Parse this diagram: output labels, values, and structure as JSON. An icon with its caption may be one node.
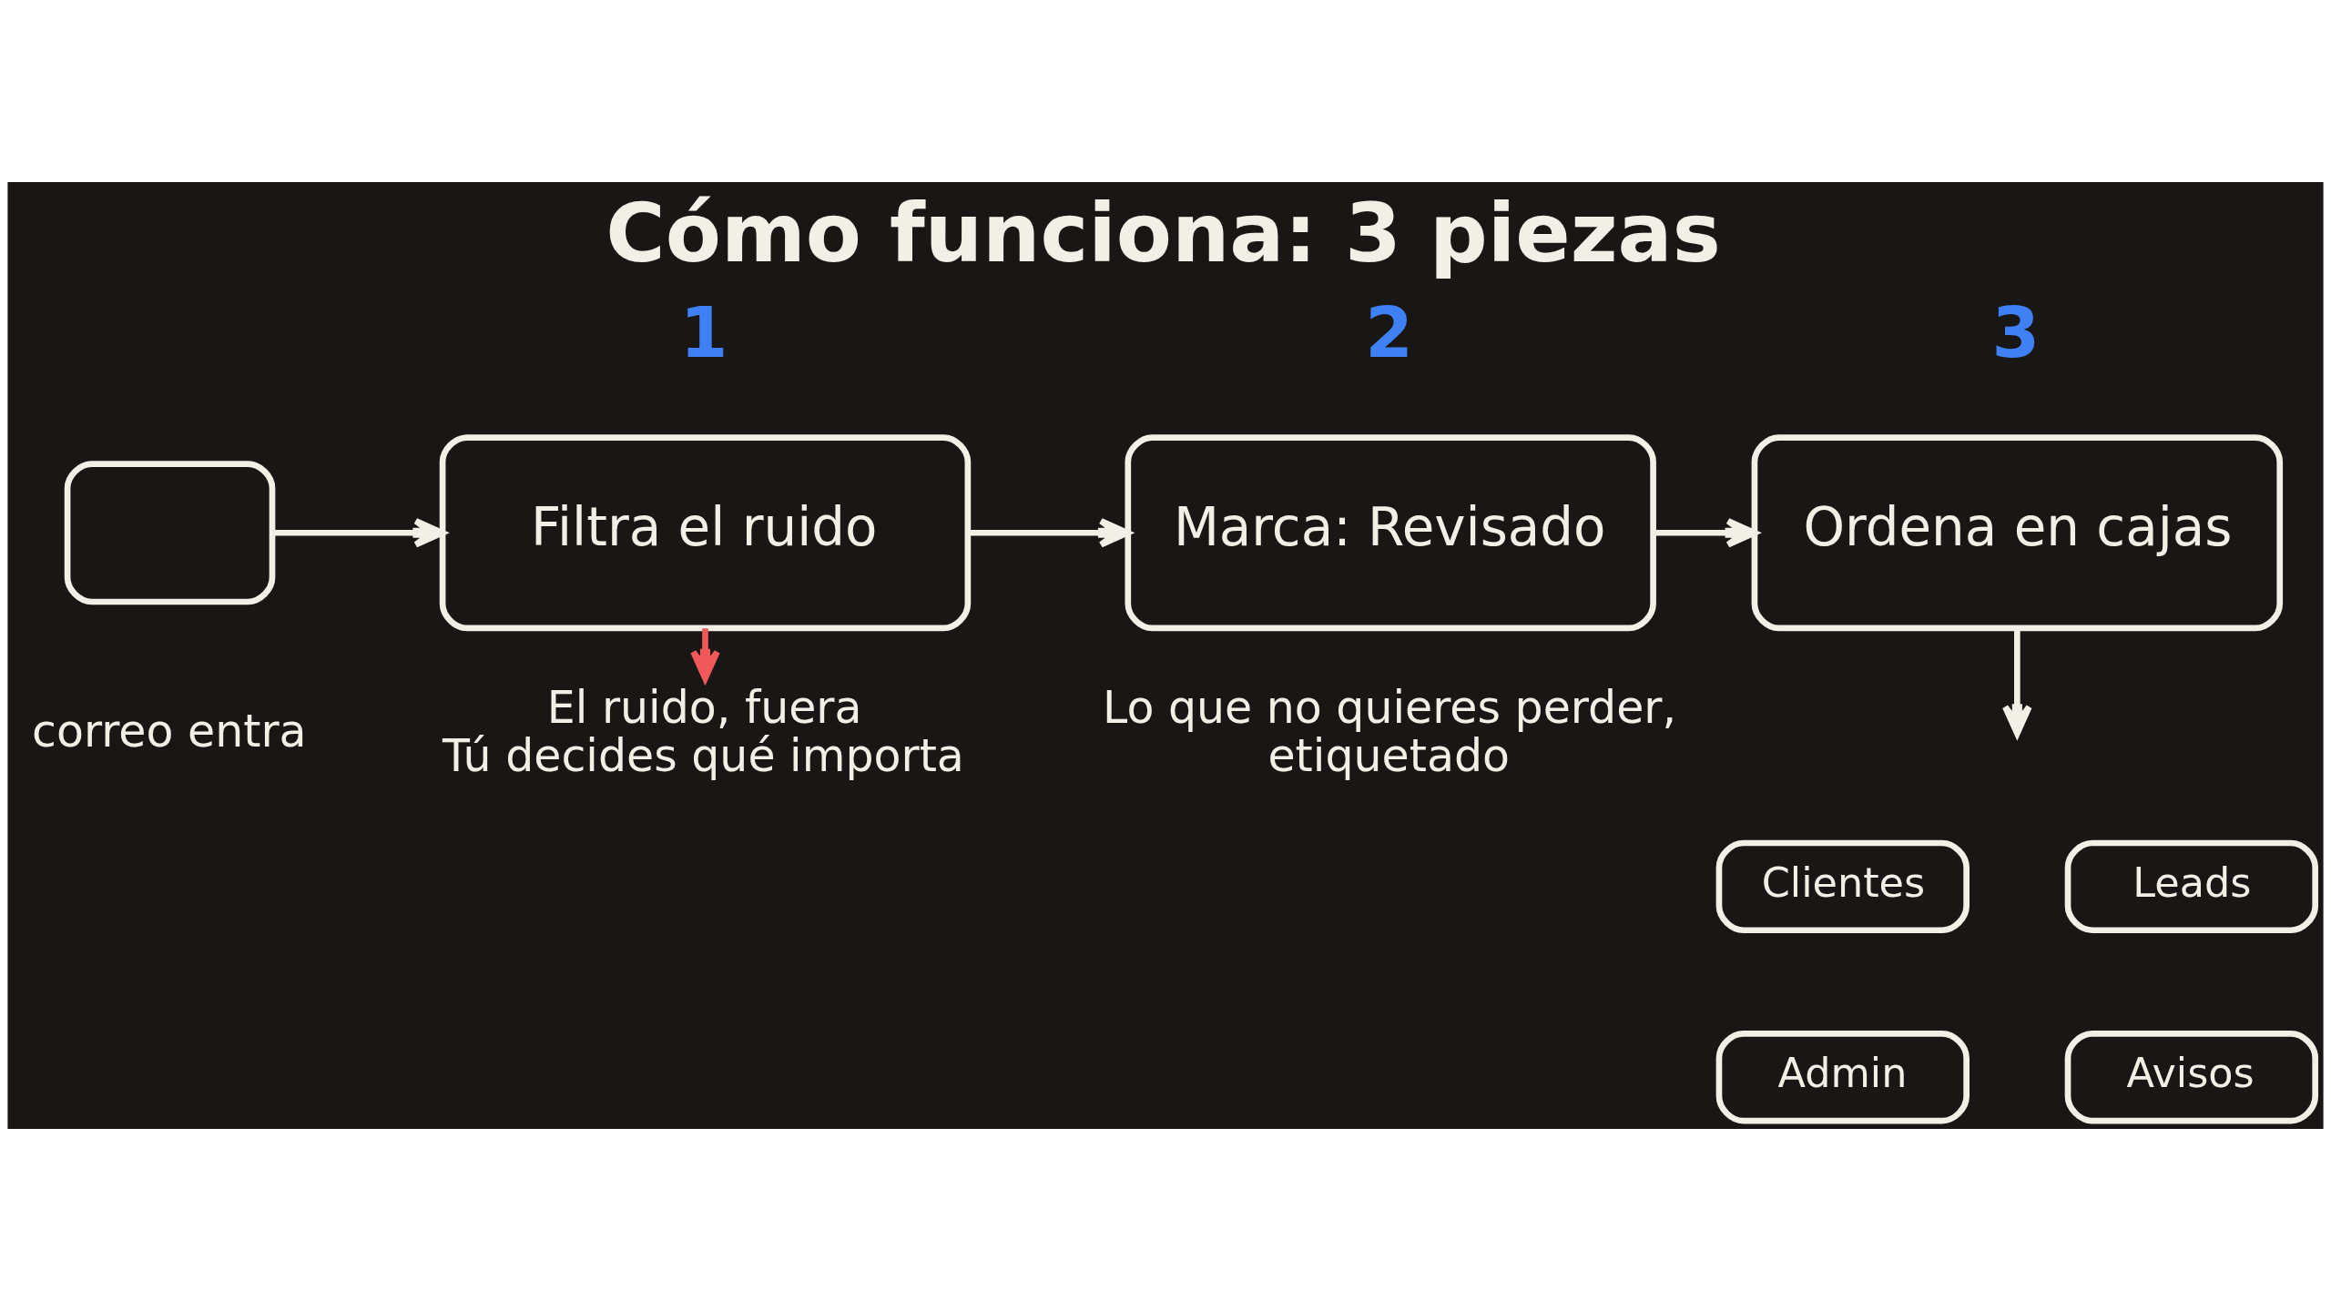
{
  "diagram": {
    "title": "Cómo funciona: 3 piezas",
    "nodes": [
      {
        "text": [],
        "shape": "box",
        "beside": [
          "correo entra"
        ]
      },
      {
        "text": [
          "Filtra el ruido"
        ],
        "beside": [
          "1"
        ]
      },
      {
        "text": [
          "El ruido, fuera",
          "Tú decides qué importa"
        ]
      },
      {
        "text": [
          "Marca: Revisado"
        ],
        "beside": [
          "2",
          "Lo que no quieres perder, etiquetado"
        ]
      },
      {
        "text": [
          "Ordena en cajas"
        ],
        "beside": [
          "3"
        ]
      },
      {
        "text": [
          "Clientes"
        ]
      },
      {
        "text": [
          "Leads"
        ]
      },
      {
        "text": [
          "Admin"
        ]
      },
      {
        "text": [
          "Avisos"
        ]
      }
    ],
    "edges": [
      {
        "from": 0,
        "to": 1,
        "arrow": "to"
      },
      {
        "from": 1,
        "to": 3,
        "arrow": "to"
      },
      {
        "from": 3,
        "to": 4,
        "arrow": "to"
      },
      {
        "from": 1,
        "to": 2,
        "arrow": "to",
        "color": "#f0585a"
      },
      {
        "from": 4,
        "to": null,
        "arrow": "to"
      }
    ]
  }
}
